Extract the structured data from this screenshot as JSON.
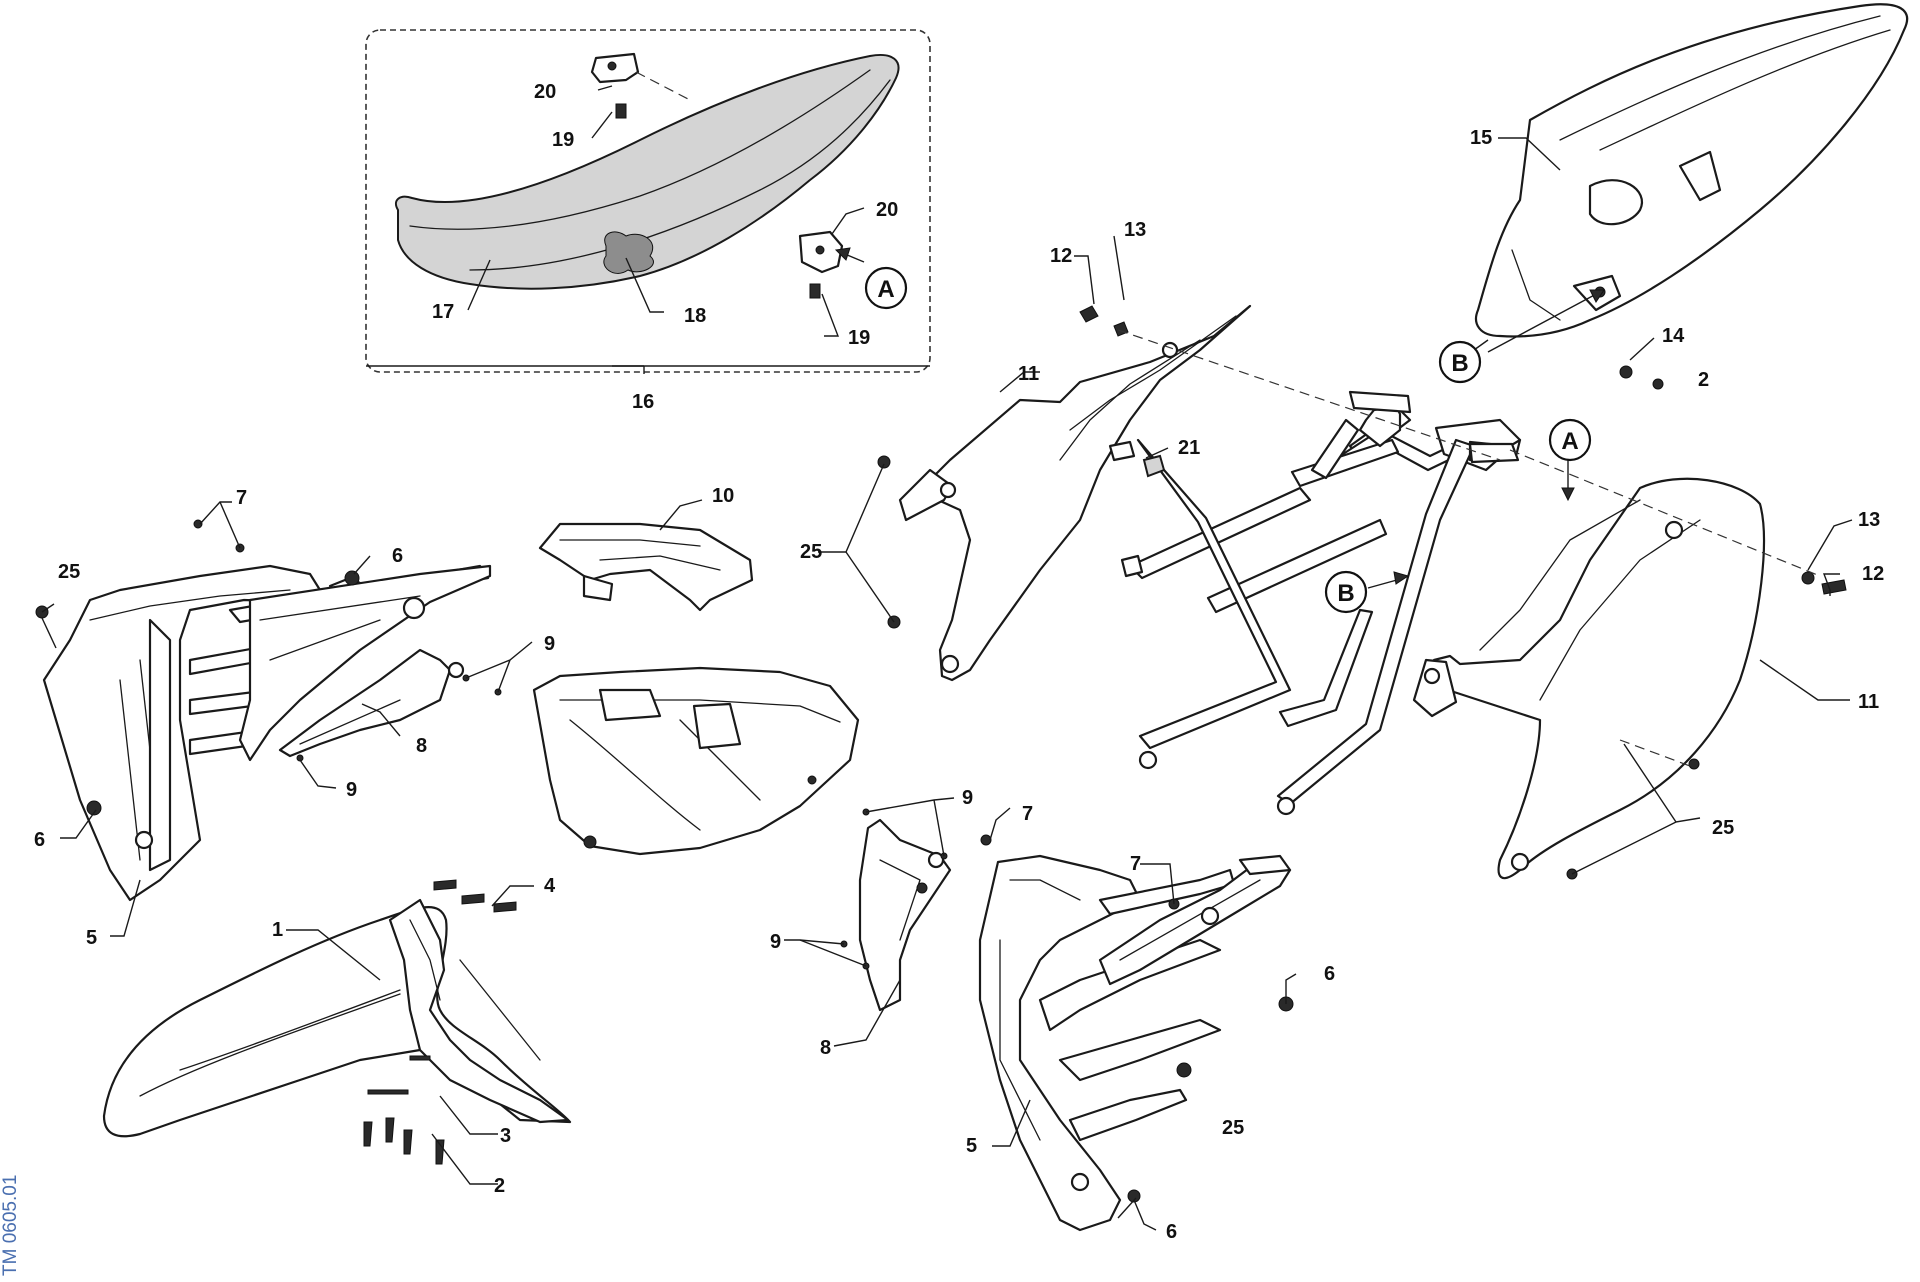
{
  "labels": {
    "l1": "1",
    "l2a": "2",
    "l2b": "2",
    "l3": "3",
    "l4": "4",
    "l5a": "5",
    "l5b": "5",
    "l6a": "6",
    "l6b": "6",
    "l6c": "6",
    "l6d": "6",
    "l7a": "7",
    "l7b": "7",
    "l7c": "7",
    "l8a": "8",
    "l8b": "8",
    "l9a": "9",
    "l9b": "9",
    "l9c": "9",
    "l9d": "9",
    "l10": "10",
    "l11a": "11",
    "l11b": "11",
    "l12a": "12",
    "l12b": "12",
    "l13a": "13",
    "l13b": "13",
    "l14": "14",
    "l15": "15",
    "l16": "16",
    "l17": "17",
    "l18": "18",
    "l19a": "19",
    "l19b": "19",
    "l20a": "20",
    "l20b": "20",
    "l21": "21",
    "l25a": "25",
    "l25b": "25",
    "l25c": "25",
    "l25d": "25"
  },
  "callouts": {
    "a1": "A",
    "a2": "A",
    "b1": "B",
    "b2": "B"
  },
  "drawing_code": "TM 0605.01"
}
